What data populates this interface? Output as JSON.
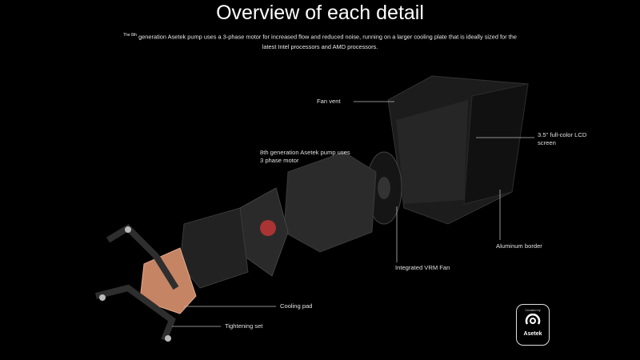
{
  "header": {
    "title": "Overview of each detail",
    "subtitle_sup": "The 8th",
    "subtitle": "generation Asetek pump uses a 3-phase motor for increased flow and reduced noise, running on a larger cooling plate that is ideally sized for the latest Intel processors and AMD processors."
  },
  "callouts": {
    "fan_vent": "Fan vent",
    "lcd_screen": "3.5\" full-color LCD screen",
    "pump": "8th generation Asetek pump uses 3 phase motor",
    "aluminum_border": "Aluminum border",
    "vrm_fan": "Integrated VRM Fan",
    "cooling_pad": "Cooling pad",
    "tightening_set": "Tightening set"
  },
  "badge": {
    "caption": "Created by",
    "brand": "Asetek",
    "icon": "asetek-logo-icon"
  },
  "colors": {
    "background": "#000000",
    "text": "#ffffff",
    "copper": "#c58463"
  }
}
